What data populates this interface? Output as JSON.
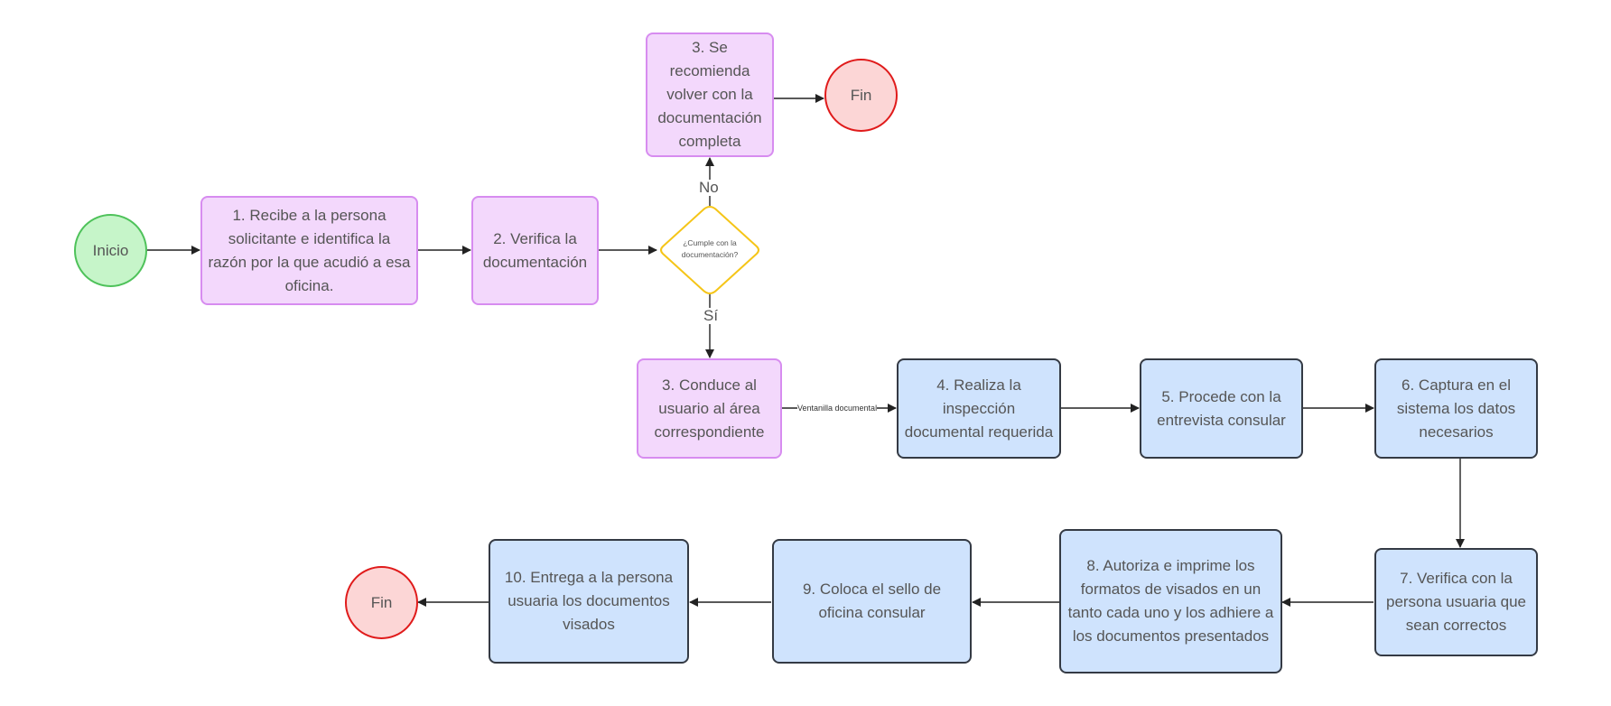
{
  "diagram": {
    "type": "flowchart",
    "language": "es",
    "colors": {
      "process_pink_fill": "#f3d8fc",
      "process_pink_border": "#d78cf0",
      "process_blue_fill": "#cfe3fd",
      "process_blue_border": "#343a44",
      "start_fill": "#c6f5c9",
      "start_border": "#4ec25a",
      "end_fill": "#fcd6d6",
      "end_border": "#e01b1b",
      "decision_border": "#f5c518",
      "text": "#555555",
      "edge": "#222222"
    },
    "nodes": {
      "start": {
        "label": "Inicio",
        "shape": "circle"
      },
      "step1": {
        "label": "1. Recibe a la persona solicitante e identifica la razón por la que acudió a esa oficina.",
        "shape": "process"
      },
      "step2": {
        "label": "2. Verifica la documentación",
        "shape": "process"
      },
      "decision": {
        "label": "¿Cumple con la documentación?",
        "shape": "decision"
      },
      "step3_no": {
        "label": "3. Se recomienda volver con la documentación completa",
        "shape": "process"
      },
      "end_top": {
        "label": "Fin",
        "shape": "circle"
      },
      "step3_yes": {
        "label": "3. Conduce al usuario al área correspondiente",
        "shape": "process"
      },
      "step4": {
        "label": "4. Realiza la inspección documental requerida",
        "shape": "process"
      },
      "step5": {
        "label": "5. Procede con la entrevista consular",
        "shape": "process"
      },
      "step6": {
        "label": "6. Captura en el sistema los datos necesarios",
        "shape": "process"
      },
      "step7": {
        "label": "7. Verifica con la persona usuaria que sean correctos",
        "shape": "process"
      },
      "step8": {
        "label": "8. Autoriza e imprime los formatos de visados en un tanto cada uno y los adhiere a los documentos presentados",
        "shape": "process"
      },
      "step9": {
        "label": "9. Coloca el sello de oficina consular",
        "shape": "process"
      },
      "step10": {
        "label": "10. Entrega a la persona usuaria los documentos visados",
        "shape": "process"
      },
      "end_bottom": {
        "label": "Fin",
        "shape": "circle"
      }
    },
    "edges": [
      {
        "from": "start",
        "to": "step1",
        "label": ""
      },
      {
        "from": "step1",
        "to": "step2",
        "label": ""
      },
      {
        "from": "step2",
        "to": "decision",
        "label": ""
      },
      {
        "from": "decision",
        "to": "step3_no",
        "label": "No"
      },
      {
        "from": "step3_no",
        "to": "end_top",
        "label": ""
      },
      {
        "from": "decision",
        "to": "step3_yes",
        "label": "Sí"
      },
      {
        "from": "step3_yes",
        "to": "step4",
        "label": "Ventanilla documental"
      },
      {
        "from": "step4",
        "to": "step5",
        "label": ""
      },
      {
        "from": "step5",
        "to": "step6",
        "label": ""
      },
      {
        "from": "step6",
        "to": "step7",
        "label": ""
      },
      {
        "from": "step7",
        "to": "step8",
        "label": ""
      },
      {
        "from": "step8",
        "to": "step9",
        "label": ""
      },
      {
        "from": "step9",
        "to": "step10",
        "label": ""
      },
      {
        "from": "step10",
        "to": "end_bottom",
        "label": ""
      }
    ],
    "edge_labels": {
      "no": "No",
      "yes": "Sí",
      "ventanilla": "Ventanilla documental"
    }
  }
}
